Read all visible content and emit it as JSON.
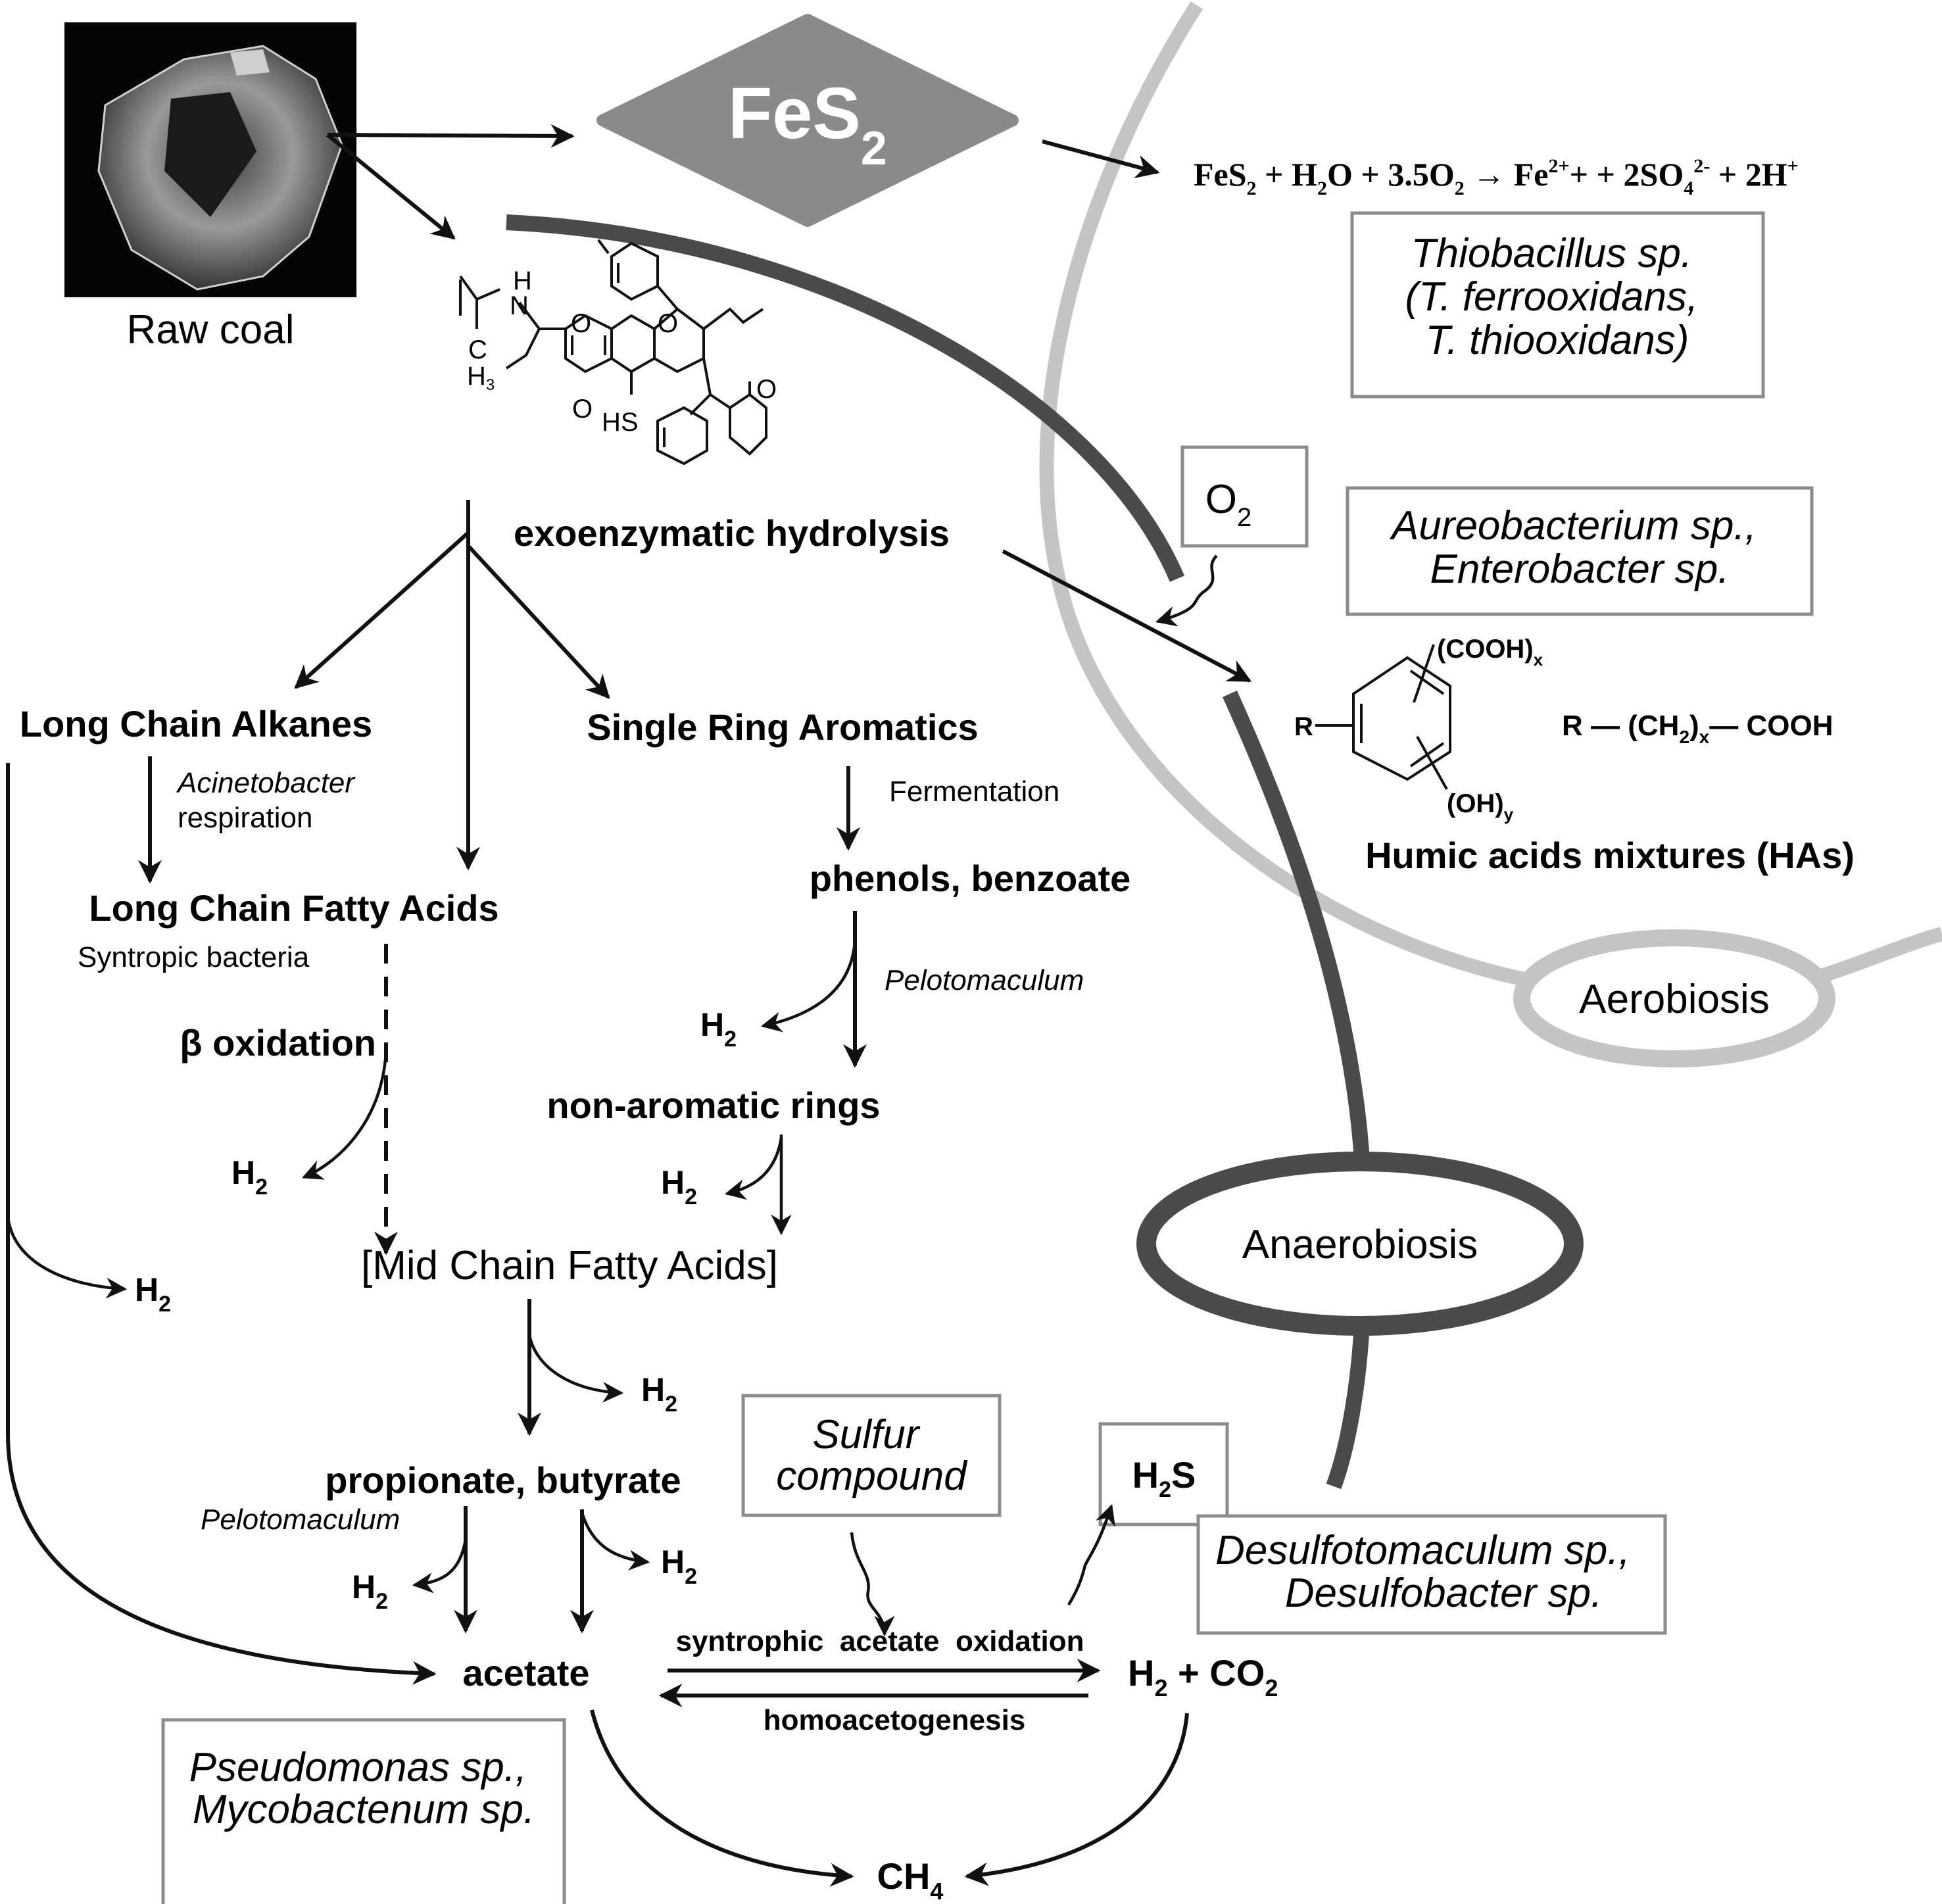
{
  "figure": {
    "type": "coal biodegradation pathway diagram",
    "colors": {
      "aerobic_band": "#c4c4c4",
      "anaerobic_band": "#4a4a4a",
      "fes2_diamond": "#8a8a8a",
      "box_border": "#8c8c8c",
      "arrow": "#111111",
      "text": "#111111"
    }
  },
  "raw_coal": {
    "label": "Raw coal"
  },
  "fes2": {
    "main": "FeS",
    "sub": "2"
  },
  "equation": {
    "parts": [
      {
        "t": "FeS"
      },
      {
        "s": "2"
      },
      {
        "t": " + H"
      },
      {
        "s": "2"
      },
      {
        "t": "O + 3.5O"
      },
      {
        "s": "2"
      },
      {
        "t": " → Fe"
      },
      {
        "p": "2+"
      },
      {
        "t": "+ + 2SO"
      },
      {
        "s": "4"
      },
      {
        "p": "2-"
      },
      {
        "t": " + 2H"
      },
      {
        "p": "+"
      }
    ]
  },
  "boxes": {
    "thiobacillus": [
      "Thiobacillus sp.",
      "(T. ferrooxidans,",
      "T. thiooxidans)"
    ],
    "o2": {
      "main": "O",
      "sub": "2"
    },
    "aureobacterium": [
      "Aureobacterium sp.,",
      "Enterobacter sp."
    ],
    "sulfur": [
      "Sulfur",
      "compound"
    ],
    "h2s": {
      "a": "H",
      "sub": "2",
      "b": "S"
    },
    "desulfo": [
      "Desulfotomaculum sp.,",
      "Desulfobacter sp."
    ],
    "pseudomonas": [
      "Pseudomonas sp.,",
      "Mycobactenum sp."
    ]
  },
  "coal_structure": {
    "labels": {
      "h": "H",
      "n": "N",
      "c": "C",
      "h3": "H",
      "h3_sub": "3",
      "o1": "O",
      "o2": "O",
      "o3": "O",
      "o4": "O",
      "hs": "HS"
    }
  },
  "process_labels": {
    "hydrolysis": "exoenzymatic hydrolysis",
    "acinetobacter": "Acinetobacter",
    "respiration": "respiration",
    "syntropic_bacteria": "Syntropic bacteria",
    "beta_oxidation": "β oxidation",
    "fermentation": "Fermentation",
    "pelotomaculum_1": "Pelotomaculum",
    "pelotomaculum_2": "Pelotomaculum",
    "syntrophic_oxidation": "syntrophic  acetate  oxidation",
    "homoacetogenesis": "homoacetogenesis"
  },
  "compounds": {
    "long_chain_alkanes": "Long Chain Alkanes",
    "single_ring_aromatics": "Single Ring Aromatics",
    "long_chain_fatty_acids": "Long Chain Fatty Acids",
    "phenols_benzoate": "phenols, benzoate",
    "non_aromatic_rings": "non-aromatic rings",
    "mid_chain_fatty_acids": "[Mid Chain Fatty Acids]",
    "propionate_butyrate": "propionate, butyrate",
    "acetate": "acetate",
    "h2_co2": {
      "a": "H",
      "sub1": "2",
      "b": " + CO",
      "sub2": "2"
    },
    "ch4": {
      "a": "CH",
      "sub": "4"
    },
    "h2": {
      "a": "H",
      "sub": "2"
    }
  },
  "humic": {
    "cooh": "(COOH)",
    "cooh_sub": "x",
    "oh": "(OH)",
    "oh_sub": "y",
    "r": "R",
    "chain": {
      "a": "R — (CH",
      "sub1": "2",
      "b": ")",
      "sub2": "x",
      "c": "— COOH"
    },
    "label": "Humic acids mixtures (HAs)"
  },
  "zones": {
    "aerobiosis": "Aerobiosis",
    "anaerobiosis": "Anaerobiosis"
  }
}
